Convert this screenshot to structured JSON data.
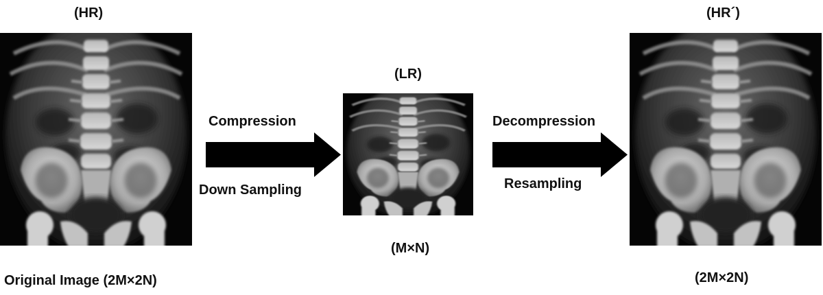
{
  "left": {
    "tag": "(HR)",
    "caption": "Original Image (2M×2N)"
  },
  "arrow_1": {
    "label_top": "Compression",
    "label_bottom": "Down Sampling"
  },
  "middle": {
    "tag": "(LR)",
    "caption": "(M×N)"
  },
  "arrow_2": {
    "label_top": "Decompression",
    "label_bottom": "Resampling"
  },
  "right": {
    "tag": "(HR´)",
    "caption": "(2M×2N)"
  },
  "colors": {
    "arrow": "#000000",
    "background": "#ffffff"
  }
}
